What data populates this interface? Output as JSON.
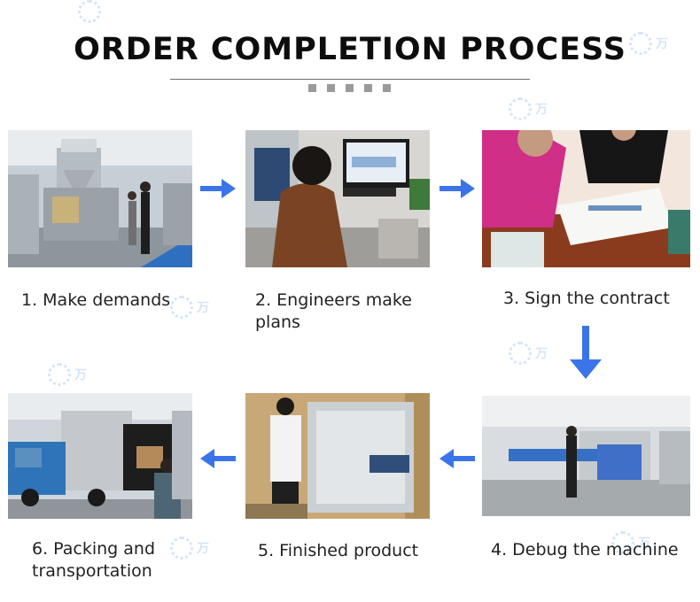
{
  "page": {
    "title": "ORDER COMPLETION PROCESS",
    "accent_color": "#3b74e8"
  },
  "steps": [
    {
      "label": "1. Make demands"
    },
    {
      "label": "2. Engineers make\nplans"
    },
    {
      "label": "3. Sign the contract"
    },
    {
      "label": "4. Debug the machine"
    },
    {
      "label": "5. Finished product"
    },
    {
      "label": "6. Packing and\ntransportation"
    }
  ],
  "arrows": [
    "right",
    "right",
    "down",
    "left",
    "left"
  ],
  "watermark": {
    "icon": "brand-logo-icon"
  }
}
